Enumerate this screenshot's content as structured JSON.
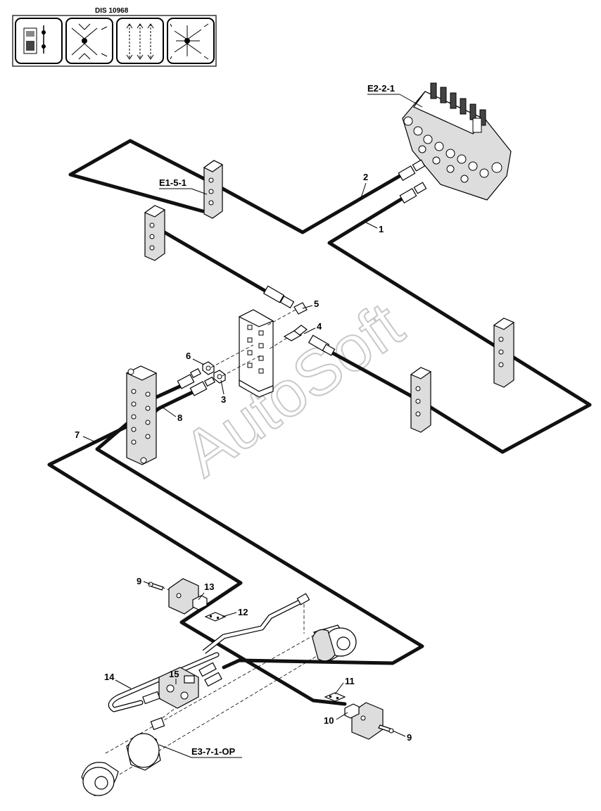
{
  "header": {
    "code": "DIS 10968",
    "icons": [
      "control-box-icon",
      "excavator-crossed-icon",
      "arrows-updown-icon",
      "excavator-arrows-icon"
    ]
  },
  "references": {
    "valve_block": "E2-2-1",
    "clamp_ref": "E1-5-1",
    "cylinder_ref": "E3-7-1-OP"
  },
  "watermark": "AutoSoft",
  "callouts": [
    "1",
    "2",
    "3",
    "4",
    "5",
    "6",
    "7",
    "8",
    "9",
    "9",
    "10",
    "11",
    "12",
    "13",
    "14",
    "15"
  ],
  "colors": {
    "line": "#111111",
    "watermark": "#c8c8c8"
  }
}
